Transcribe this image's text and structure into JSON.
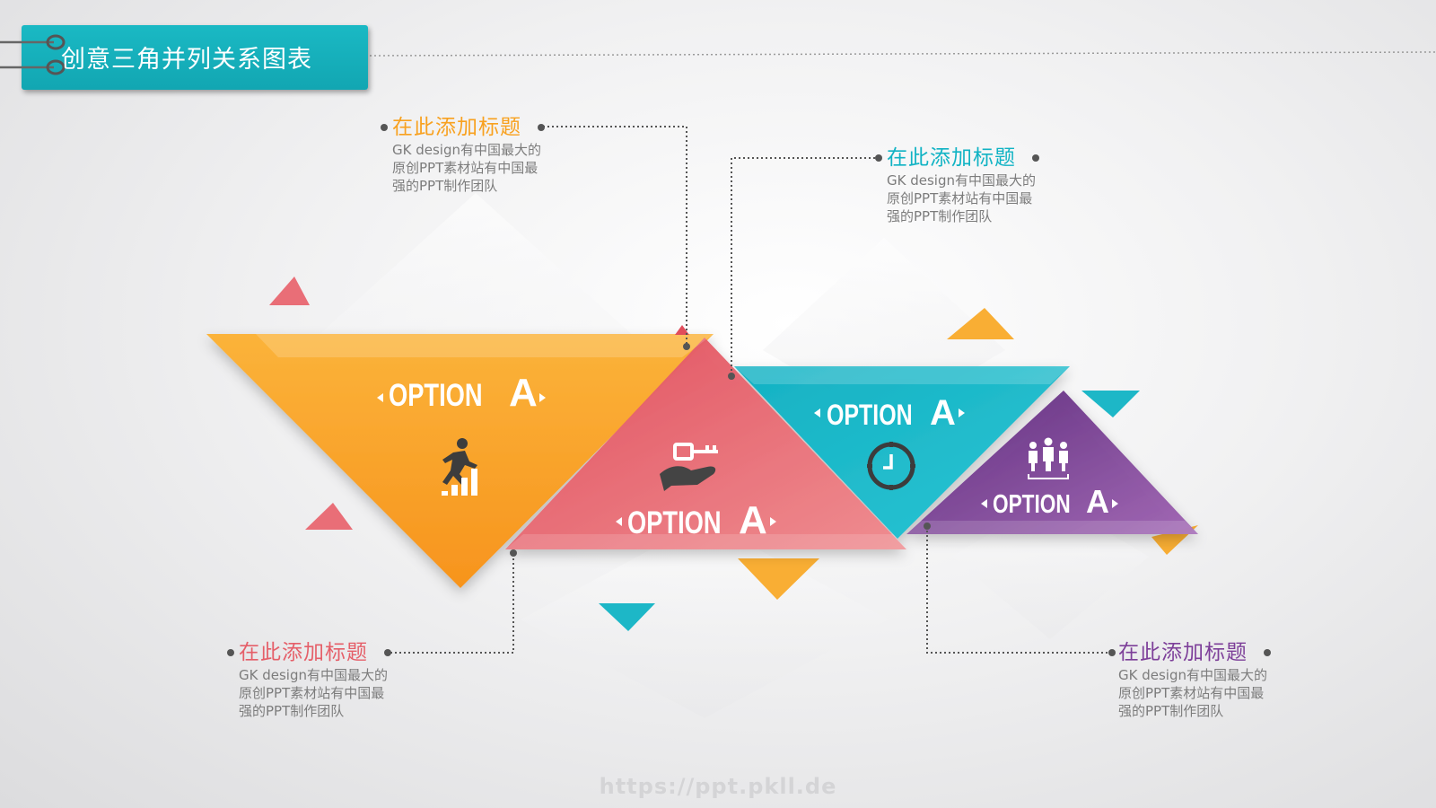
{
  "title": "创意三角并列关系图表",
  "colors": {
    "orange": "#f8a11f",
    "red": "#e55f69",
    "teal": "#11b3c4",
    "purple": "#7d3f99",
    "banner": "#16aeba"
  },
  "options": [
    {
      "label": "OPTION",
      "letter": "A",
      "icon": "climber-bars-icon",
      "color": "#f8a11f"
    },
    {
      "label": "OPTION",
      "letter": "A",
      "icon": "key-in-hand-icon",
      "color": "#e55f69"
    },
    {
      "label": "OPTION",
      "letter": "A",
      "icon": "clock-icon",
      "color": "#11b3c4"
    },
    {
      "label": "OPTION",
      "letter": "A",
      "icon": "team-people-icon",
      "color": "#7d3f99"
    }
  ],
  "callouts": [
    {
      "heading": "在此添加标题",
      "body": "GK design有中国最大的原创PPT素材站有中国最强的PPT制作团队",
      "color": "#f8a11f"
    },
    {
      "heading": "在此添加标题",
      "body": "GK design有中国最大的原创PPT素材站有中国最强的PPT制作团队",
      "color": "#11b3c4"
    },
    {
      "heading": "在此添加标题",
      "body": "GK design有中国最大的原创PPT素材站有中国最强的PPT制作团队",
      "color": "#e55f69"
    },
    {
      "heading": "在此添加标题",
      "body": "GK design有中国最大的原创PPT素材站有中国最强的PPT制作团队",
      "color": "#7d3f99"
    }
  ],
  "watermark": "https://ppt.pkll.de"
}
